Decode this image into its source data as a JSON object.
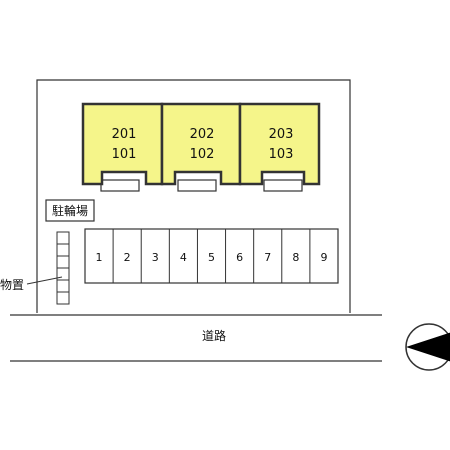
{
  "buildings": [
    {
      "upper": "201",
      "lower": "101"
    },
    {
      "upper": "202",
      "lower": "102"
    },
    {
      "upper": "203",
      "lower": "103"
    }
  ],
  "parking_label": "駐輪場",
  "storage_label": "物置",
  "road_label": "道路",
  "parking_spaces": [
    "1",
    "2",
    "3",
    "4",
    "5",
    "6",
    "7",
    "8",
    "9"
  ],
  "colors": {
    "building_fill": "#f5f58a",
    "building_stroke": "#333333",
    "line": "#333333"
  },
  "icons": {
    "compass": "north-arrow-icon"
  }
}
